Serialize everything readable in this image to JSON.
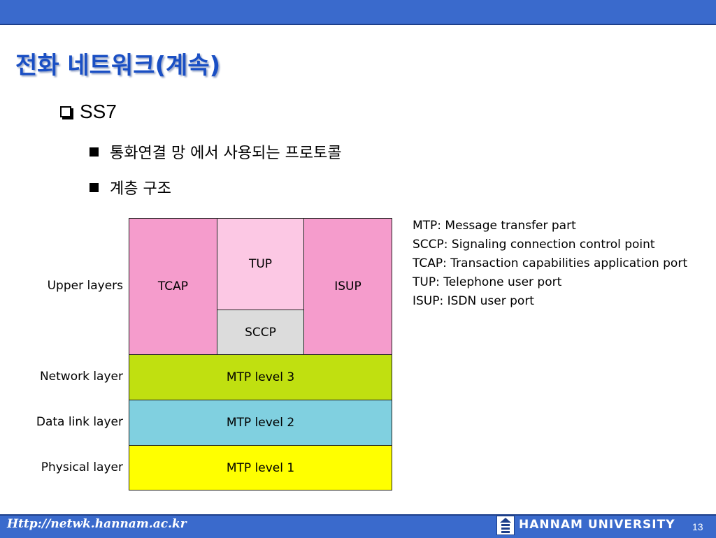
{
  "slide": {
    "title": "전화 네트워크(계속)",
    "bullet": "SS7",
    "sub_bullets": [
      "통화연결 망 에서 사용되는 프로토콜",
      "계층 구조"
    ]
  },
  "diagram": {
    "layer_labels": [
      "Upper layers",
      "Network layer",
      "Data link layer",
      "Physical layer"
    ],
    "boxes": {
      "tcap": "TCAP",
      "tup": "TUP",
      "sccp": "SCCP",
      "isup": "ISUP",
      "mtp3": "MTP level 3",
      "mtp2": "MTP level 2",
      "mtp1": "MTP level 1"
    },
    "colors": {
      "tcap": "#f59ccc",
      "tup": "#fcc8e4",
      "sccp": "#dcdcdc",
      "isup": "#f59ccc",
      "mtp3": "#c0e010",
      "mtp2": "#80d0e0",
      "mtp1": "#ffff00"
    },
    "legend": [
      "MTP: Message transfer part",
      "SCCP: Signaling connection control point",
      "TCAP: Transaction capabilities application port",
      "TUP: Telephone user port",
      "ISUP: ISDN user port"
    ]
  },
  "footer": {
    "url": "Http://netwk.hannam.ac.kr",
    "university": "HANNAM  UNIVERSITY",
    "page": "13"
  },
  "theme": {
    "bar": "#3a6acc",
    "title": "#1a4fc4"
  }
}
